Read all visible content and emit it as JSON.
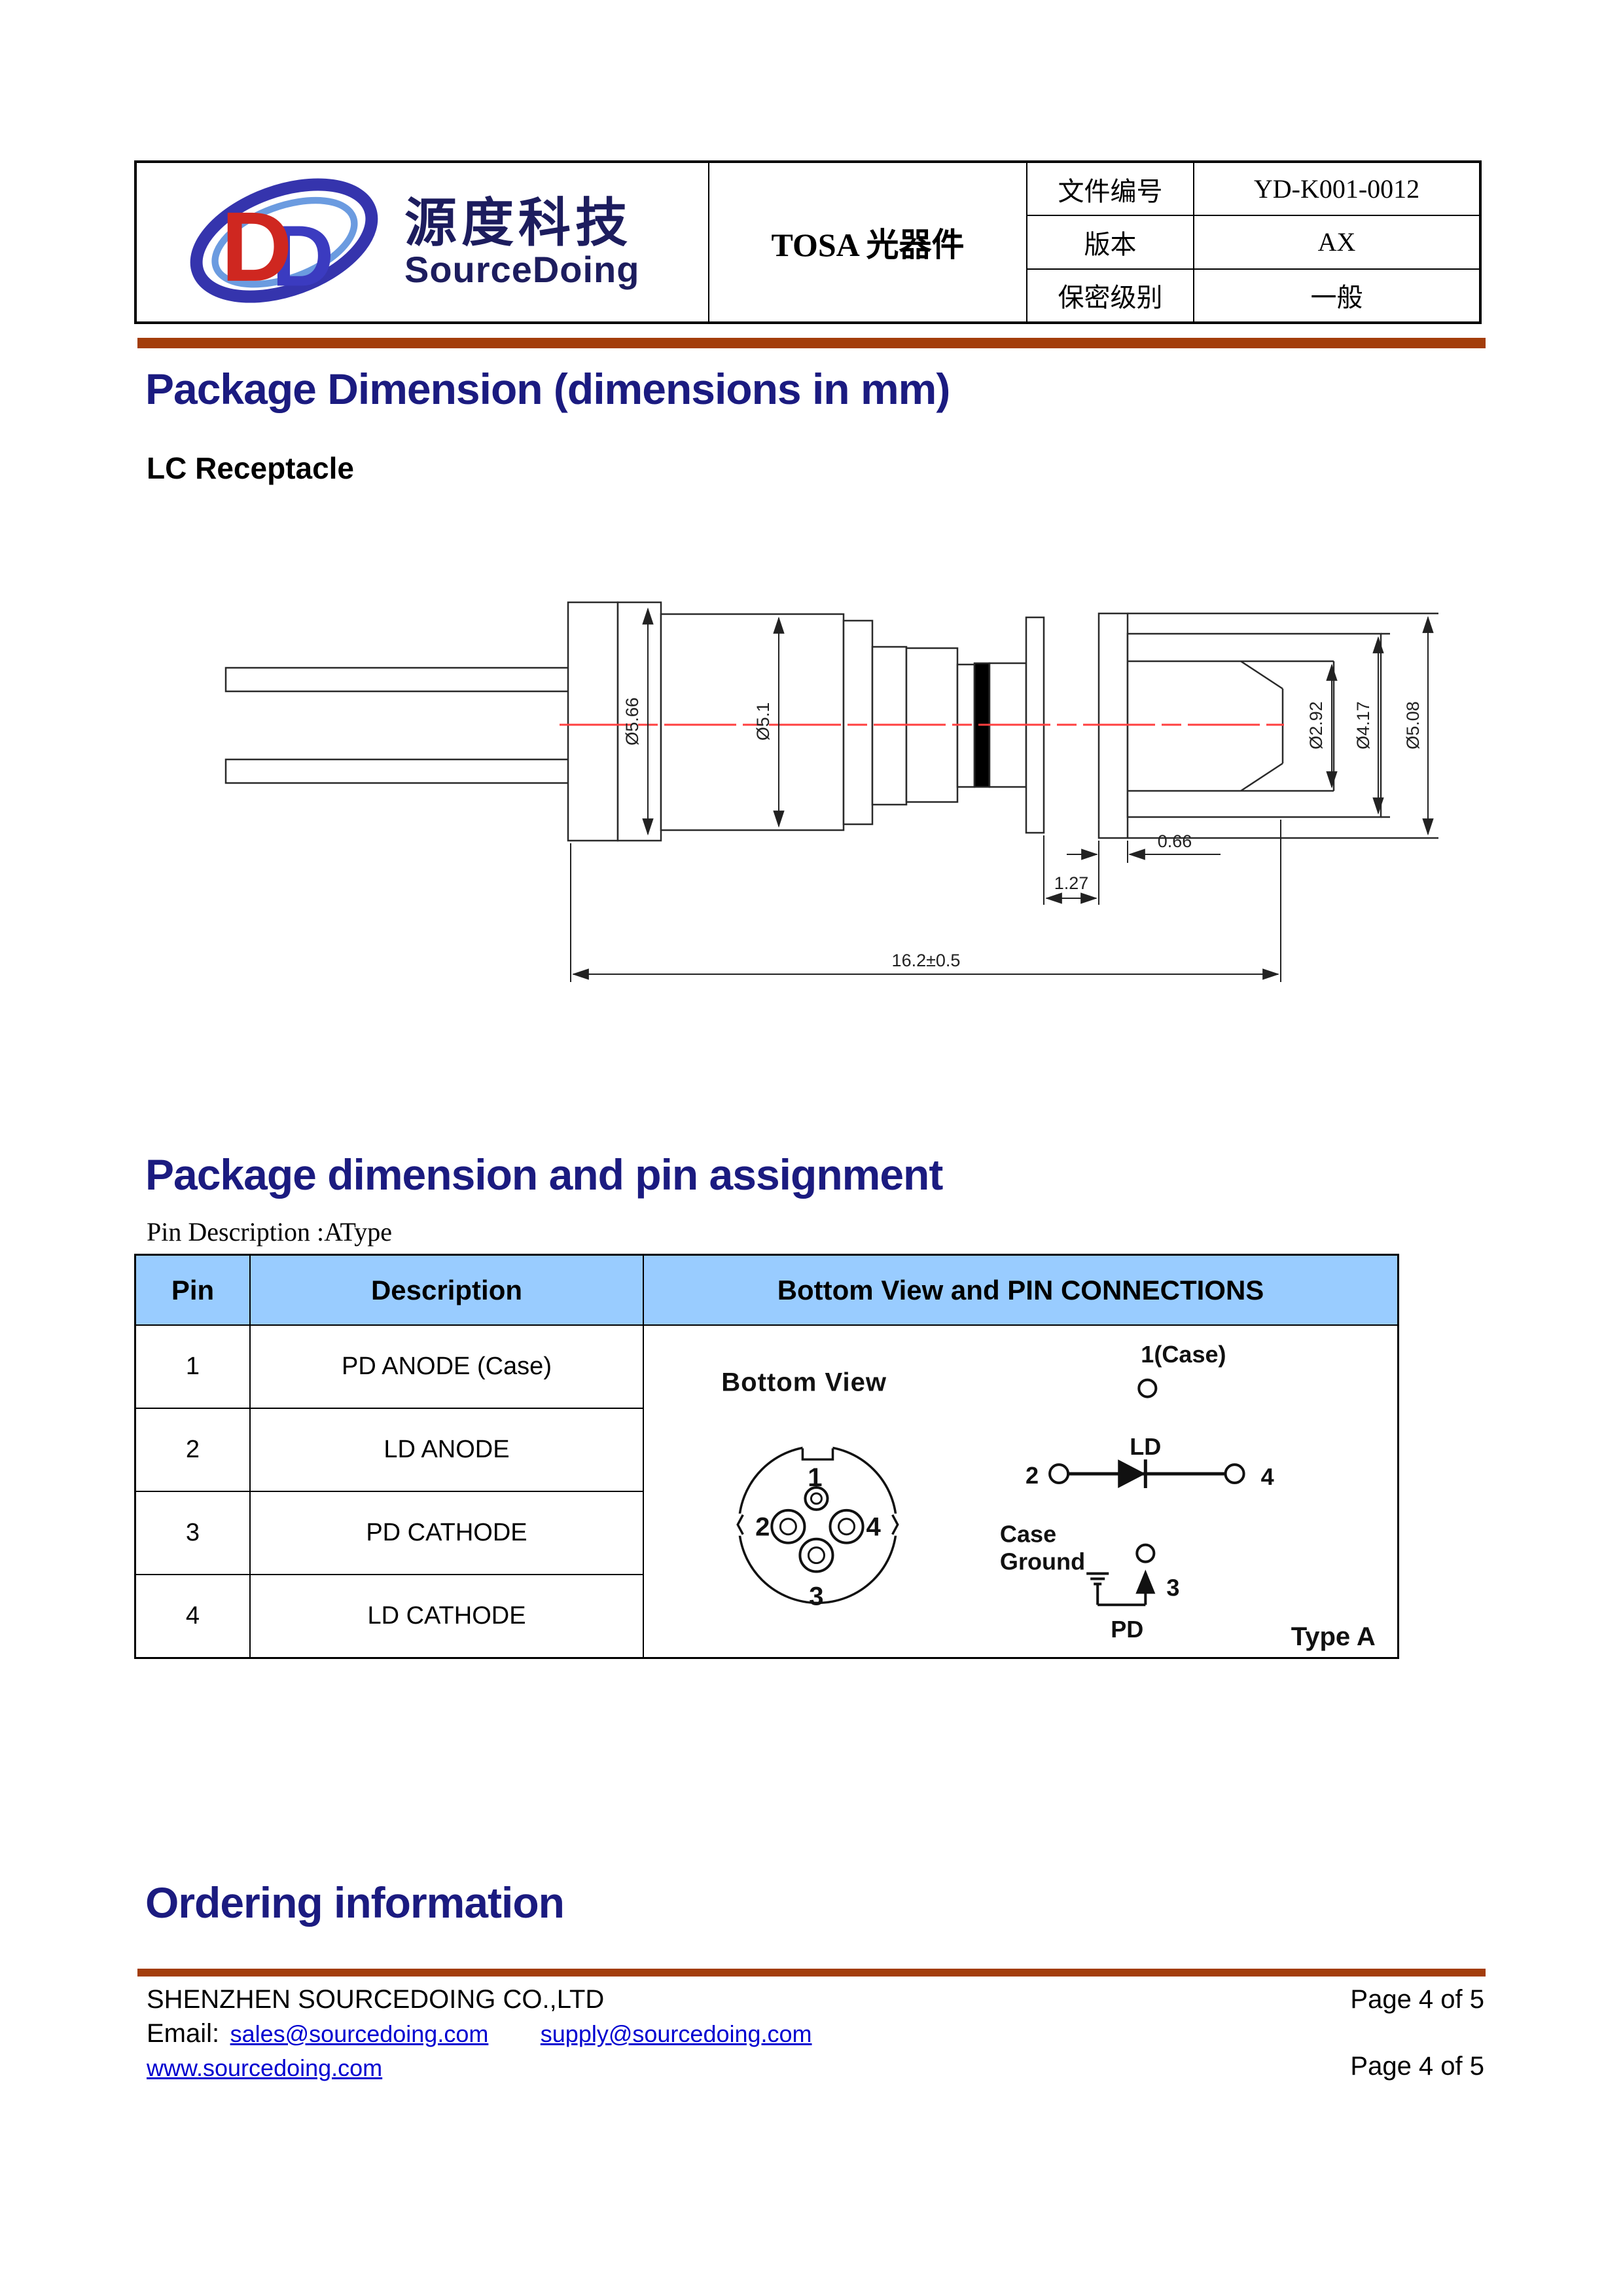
{
  "colors": {
    "accent_heading": "#1b1b80",
    "rule_brown": "#a33d0b",
    "table_header_bg": "#99ccff",
    "centerline_red": "#ff4040",
    "link_blue": "#0000d0"
  },
  "doc_header": {
    "logo_cn": "源度科技",
    "logo_en": "SourceDoing",
    "logo_monogram_red": "D",
    "logo_monogram_blue": "D",
    "product_title": "TOSA 光器件",
    "fields": [
      {
        "label": "文件编号",
        "value": "YD-K001-0012"
      },
      {
        "label": "版本",
        "value": "AX"
      },
      {
        "label": "保密级别",
        "value": "一般"
      }
    ]
  },
  "section1": {
    "title": "Package Dimension (dimensions in mm)",
    "subtitle": "LC Receptacle"
  },
  "drawing": {
    "dia_flange": "Ø5.66",
    "dia_body": "Ø5.1",
    "dia_bore": "Ø2.92",
    "dia_barrel": "Ø4.17",
    "dia_sleeve": "Ø5.08",
    "len_a": "0.66",
    "len_b": "1.27",
    "len_total": "16.2±0.5"
  },
  "section2": {
    "title": "Package dimension and pin assignment",
    "subtitle": "Pin Description :AType"
  },
  "pin_table": {
    "col_pin": "Pin",
    "col_desc": "Description",
    "col_view": "Bottom View and PIN CONNECTIONS",
    "rows": [
      {
        "pin": "1",
        "desc": "PD ANODE (Case)"
      },
      {
        "pin": "2",
        "desc": "LD ANODE"
      },
      {
        "pin": "3",
        "desc": "PD CATHODE"
      },
      {
        "pin": "4",
        "desc": "LD CATHODE"
      }
    ],
    "diagram": {
      "view_label": "Bottom View",
      "pin1": "1",
      "pin2": "2",
      "pin3": "3",
      "pin4": "4",
      "case_label": "1(Case)",
      "ld_label": "LD",
      "sch_pin2": "2",
      "sch_pin4": "4",
      "sch_pin3": "3",
      "case_ground_1": "Case",
      "case_ground_2": "Ground",
      "pd_label": "PD",
      "type_label": "Type A"
    }
  },
  "section3": {
    "title": "Ordering information"
  },
  "footer": {
    "company": "SHENZHEN SOURCEDOING CO.,LTD",
    "page_top": "Page 4 of 5",
    "email_label": "Email:",
    "email1": "sales@sourcedoing.com",
    "email2": "supply@sourcedoing.com",
    "website": "www.sourcedoing.com",
    "page_bottom": "Page 4 of 5"
  }
}
